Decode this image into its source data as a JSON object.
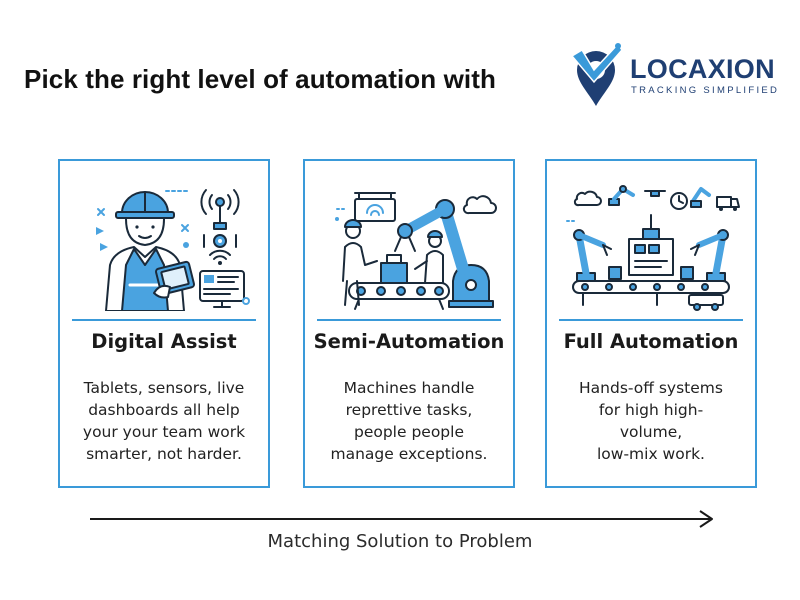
{
  "header": {
    "headline": "Pick the right level of automation with",
    "logo": {
      "name": "LOCAXION",
      "tagline": "TRACKING SIMPLIFIED",
      "icon": "location-pin-check-icon"
    }
  },
  "colors": {
    "accent": "#3a9ad9",
    "brand_navy": "#1f3f73",
    "text": "#1a1a1a"
  },
  "cards": [
    {
      "title": "Digital Assist",
      "illustration": "worker-with-tablet-icon",
      "lines": [
        "Tablets, sensors, live",
        "dashboards all help",
        "your your team work",
        "smarter, not harder."
      ]
    },
    {
      "title": "Semi-Automation",
      "illustration": "robot-arm-with-workers-icon",
      "lines": [
        "Machines handle",
        "reprettive tasks,",
        "people people",
        "manage exceptions."
      ]
    },
    {
      "title": "Full Automation",
      "illustration": "automated-factory-line-icon",
      "lines": [
        "Hands-off systems",
        "for high high-",
        "volume,",
        "low-mix work."
      ]
    }
  ],
  "footer": {
    "arrow_label": "Matching Solution to Problem"
  }
}
